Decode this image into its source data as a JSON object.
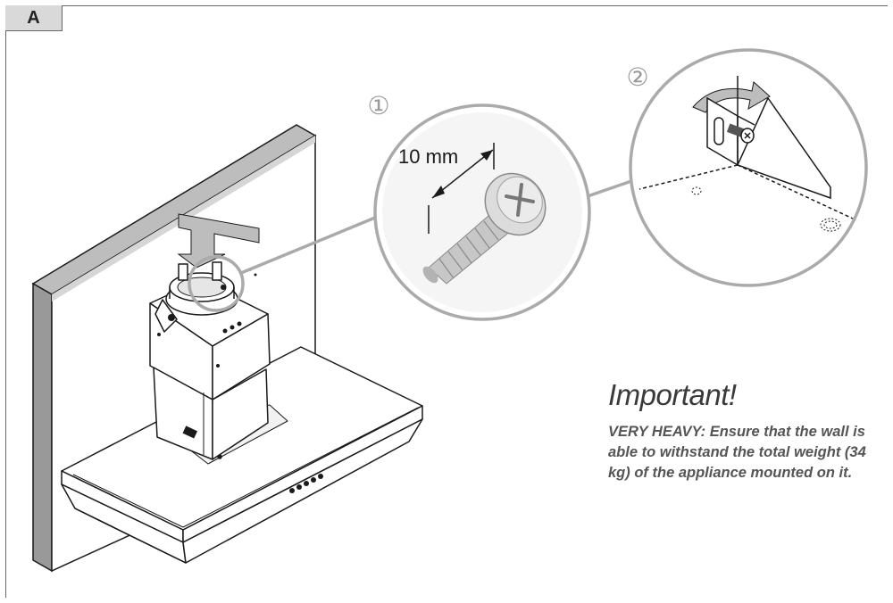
{
  "section_label": "A",
  "steps": [
    "①",
    "②"
  ],
  "screw_length": "10 mm",
  "heading": "Important!",
  "warning": "VERY HEAVY: Ensure that the wall is able to withstand the total weight (34 kg) of the appliance mounted on it.",
  "icons": [
    "down-arrow-icon",
    "curved-arrow-icon"
  ],
  "colors": {
    "outline": "#1a1a1a",
    "wall_edge": "#999999",
    "callout": "#aaaaaa",
    "heading": "#3a3a3a"
  }
}
